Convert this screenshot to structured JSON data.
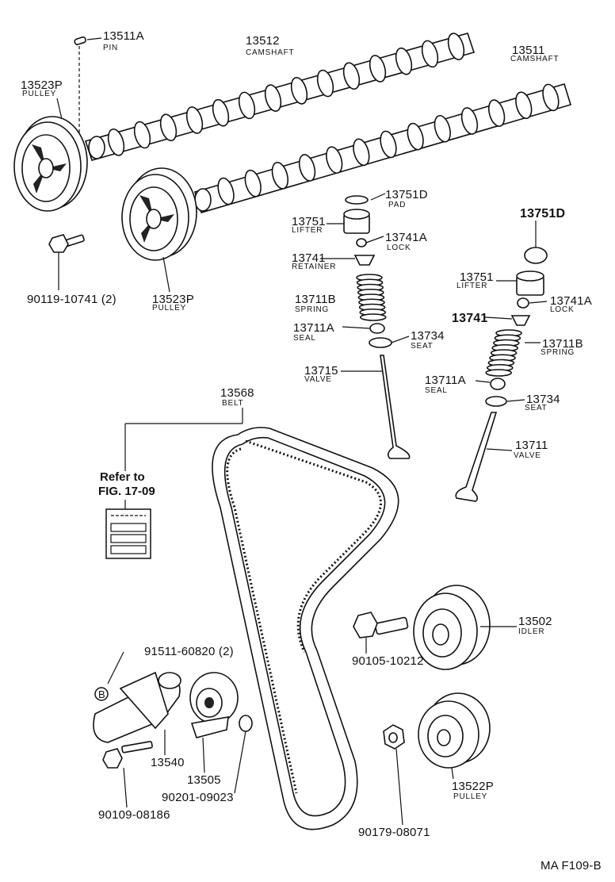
{
  "parts": {
    "pin": {
      "number": "13511A",
      "name": "PIN"
    },
    "camshaft_exhaust": {
      "number": "13512",
      "name": "CAMSHAFT"
    },
    "camshaft_intake": {
      "number": "13511",
      "name": "CAMSHAFT"
    },
    "pulley_upper_left": {
      "number": "13523P",
      "name": "PULLEY"
    },
    "pulley_upper_mid": {
      "number": "13523P",
      "name": "PULLEY"
    },
    "bolt_pulley": {
      "number": "90119-10741 (2)"
    },
    "pad_left": {
      "number": "13751D",
      "name": "PAD"
    },
    "lifter_left": {
      "number": "13751",
      "name": "LIFTER"
    },
    "lock_left": {
      "number": "13741A",
      "name": "LOCK"
    },
    "retainer_left": {
      "number": "13741",
      "name": "RETAINER"
    },
    "spring_left": {
      "number": "13711B",
      "name": "SPRING"
    },
    "seal_left": {
      "number": "13711A",
      "name": "SEAL"
    },
    "seat_left": {
      "number": "13734",
      "name": "SEAT"
    },
    "valve_left": {
      "number": "13715",
      "name": "VALVE"
    },
    "pad_right": {
      "number": "13751D"
    },
    "lifter_right": {
      "number": "13751",
      "name": "LIFTER"
    },
    "lock_right": {
      "number": "13741A",
      "name": "LOCK"
    },
    "retainer_right": {
      "number": "13741"
    },
    "spring_right": {
      "number": "13711B",
      "name": "SPRING"
    },
    "seal_right": {
      "number": "13711A",
      "name": "SEAL"
    },
    "seat_right": {
      "number": "13734",
      "name": "SEAT"
    },
    "valve_right": {
      "number": "13711",
      "name": "VALVE"
    },
    "belt": {
      "number": "13568",
      "name": "BELT"
    },
    "idler": {
      "number": "13502",
      "name": "IDLER"
    },
    "bolt_idler": {
      "number": "90105-10212"
    },
    "bolt_tensioner": {
      "number": "91511-60820 (2)"
    },
    "tensioner": {
      "number": "13540"
    },
    "tensioner_pulley": {
      "number": "13505"
    },
    "washer": {
      "number": "90201-09023"
    },
    "bolt_lower": {
      "number": "90109-08186"
    },
    "nut_crank": {
      "number": "90179-08071"
    },
    "pulley_crank": {
      "number": "13522P",
      "name": "PULLEY"
    }
  },
  "reference": {
    "line1": "Refer to",
    "line2": "FIG. 17-09"
  },
  "bolt_tag": "B",
  "figure_code": "MA F109-B"
}
